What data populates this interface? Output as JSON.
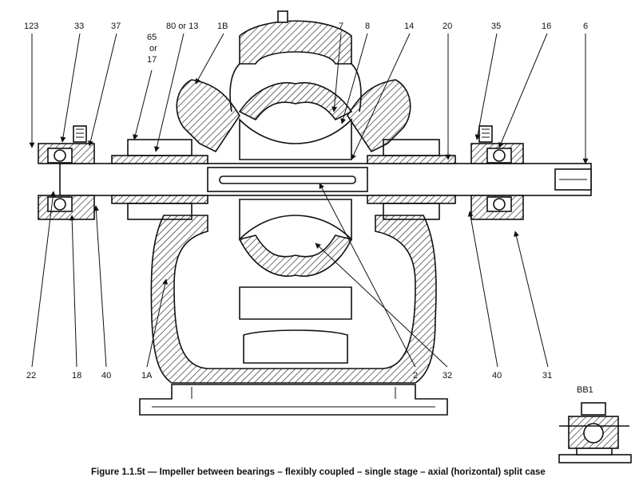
{
  "callouts": {
    "c123": "123",
    "c33": "33",
    "c37": "37",
    "c65": "65",
    "c_or": "or",
    "c17": "17",
    "c80or13": "80 or 13",
    "c1B": "1B",
    "c7": "7",
    "c8": "8",
    "c14": "14",
    "c20": "20",
    "c35": "35",
    "c16": "16",
    "c6": "6",
    "c22": "22",
    "c18": "18",
    "c40a": "40",
    "c1A": "1A",
    "c2": "2",
    "c32": "32",
    "c40b": "40",
    "c31": "31"
  },
  "inset_label": "BB1",
  "caption": "Figure 1.1.5t — Impeller between bearings – flexibly coupled – single stage – axial (horizontal) split case"
}
